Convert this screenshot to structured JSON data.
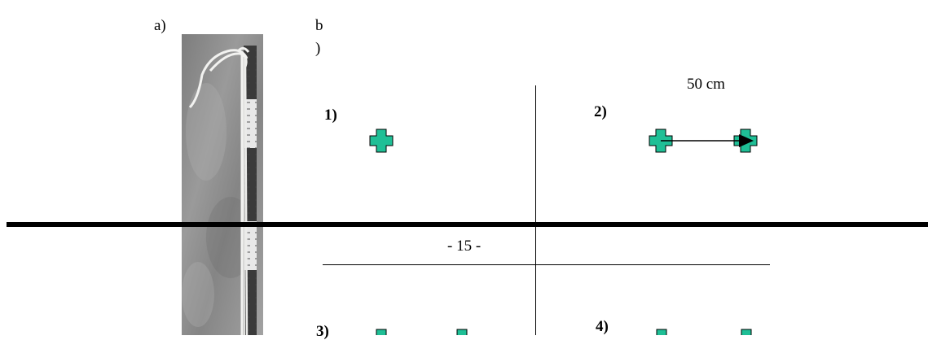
{
  "labels": {
    "a": "a)",
    "b_line1": "b",
    "b_line2": ")",
    "distance": "50 cm",
    "q1": "1)",
    "q2": "2)",
    "q3": "3)",
    "q4": "4)",
    "page_number": "- 15 -"
  },
  "colors": {
    "marker_fill": "#1fbf96",
    "marker_stroke": "#000000",
    "photo_background": "#8c8c8c",
    "rope": "#f2f2f0"
  },
  "icons": {
    "marker": "green-cross-marker",
    "arrow": "right-arrow"
  }
}
